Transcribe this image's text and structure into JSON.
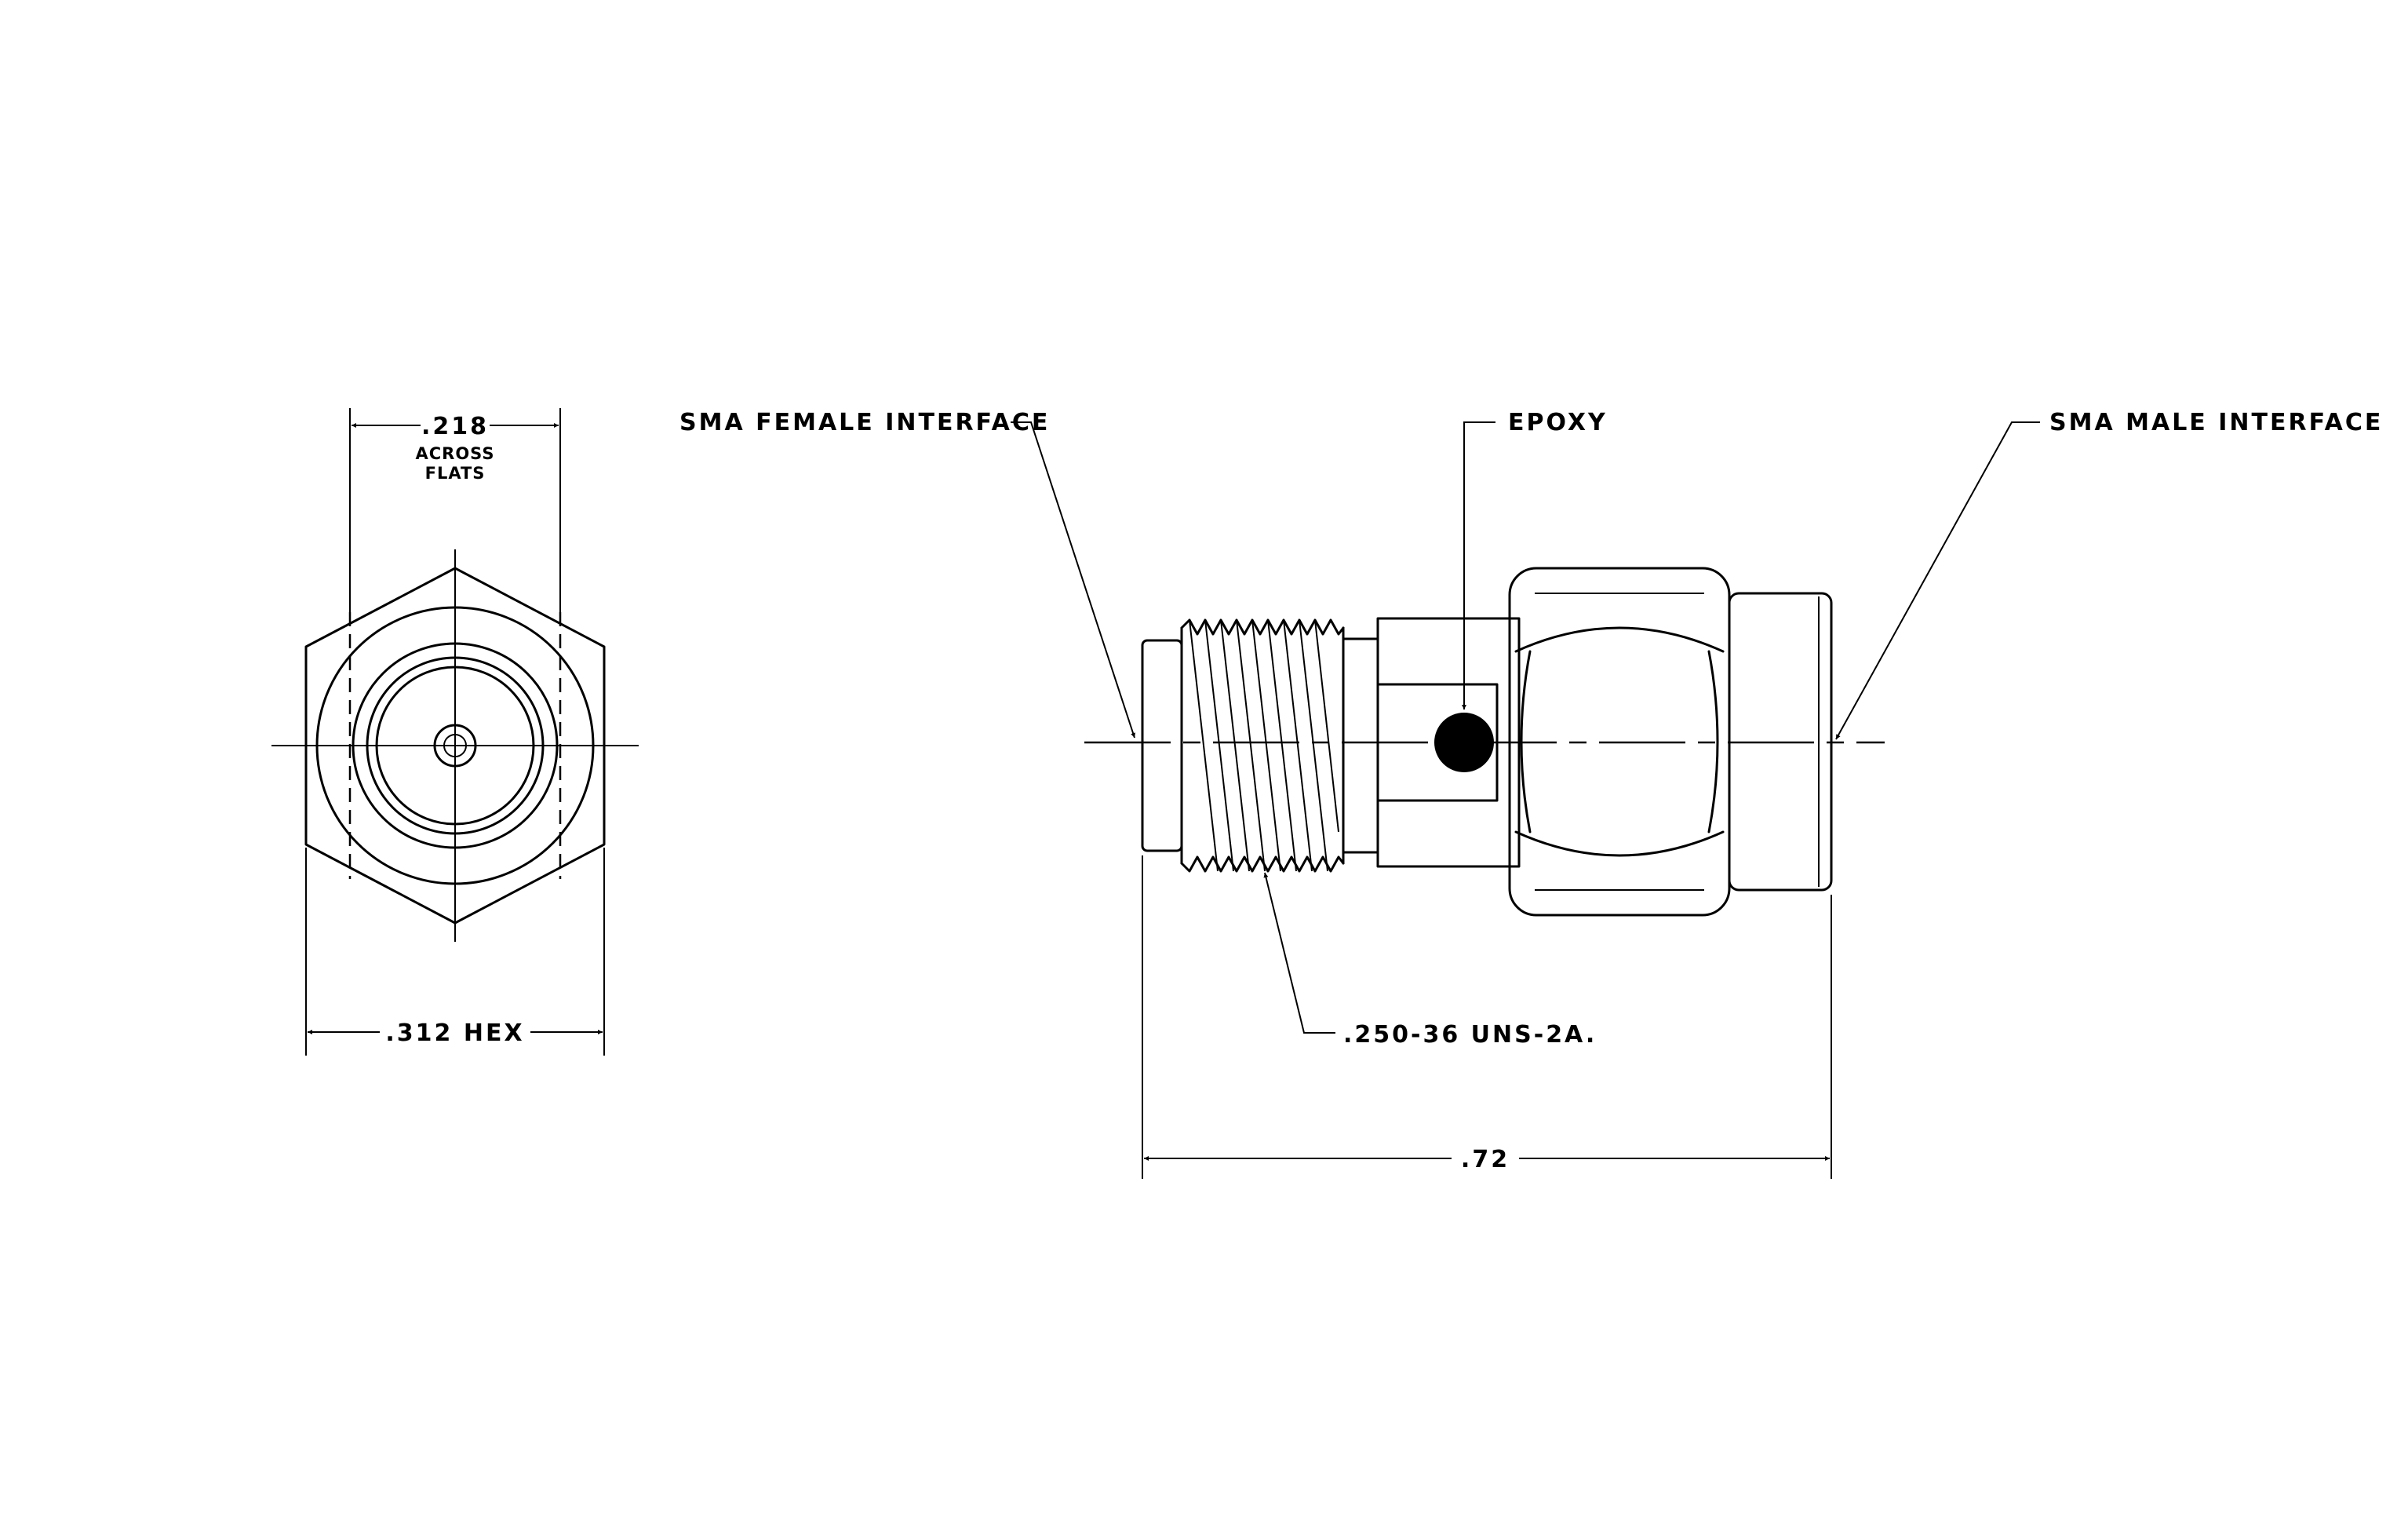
{
  "end_view": {
    "across_flats_value": ".218",
    "across_flats_note_line1": "ACROSS",
    "across_flats_note_line2": "FLATS",
    "hex_dimension": ".312 HEX"
  },
  "side_view": {
    "female_interface_label": "SMA FEMALE INTERFACE",
    "epoxy_label": "EPOXY",
    "male_interface_label": "SMA MALE INTERFACE",
    "thread_label": ".250-36 UNS-2A.",
    "overall_length": ".72"
  }
}
